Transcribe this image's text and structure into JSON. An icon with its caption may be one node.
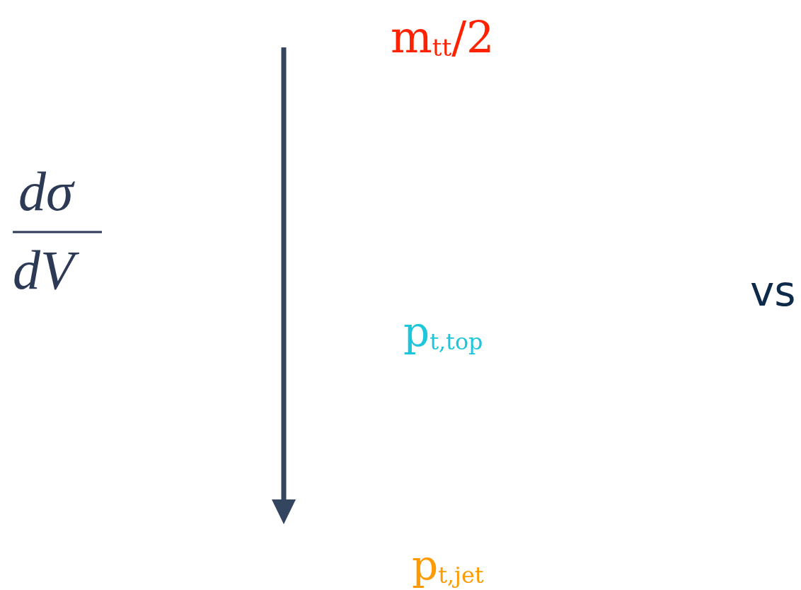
{
  "diagram": {
    "labels": [
      "m$_{tt}$/2",
      "dσ",
      "dV",
      "vs",
      "p$_{t,top}$",
      "p$_{t,jet}$"
    ]
  }
}
